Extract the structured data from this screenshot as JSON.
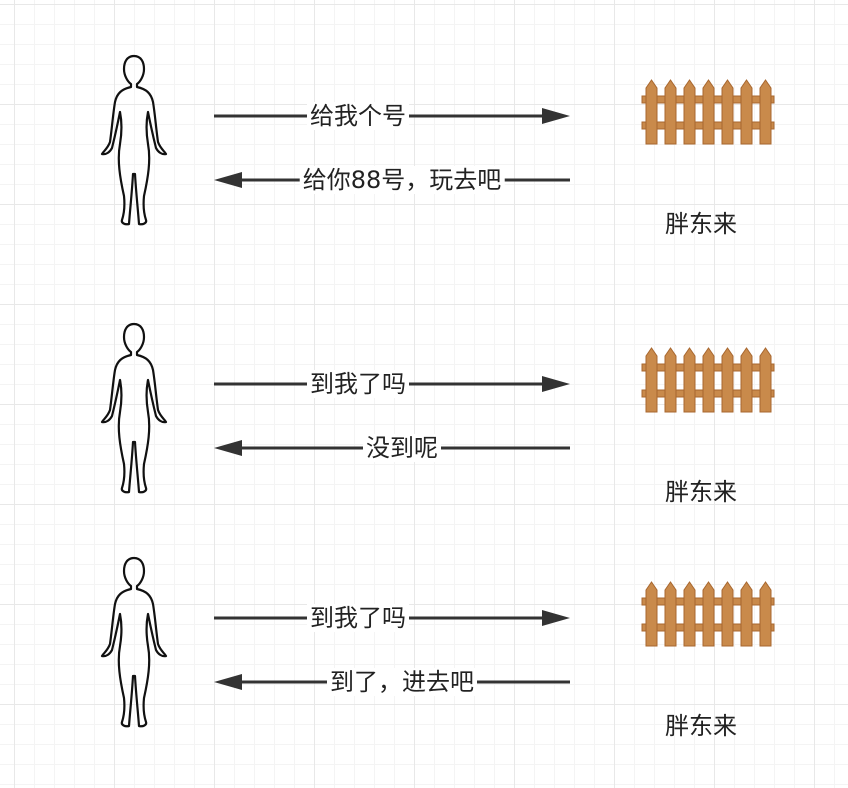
{
  "colors": {
    "arrow": "#333333",
    "person_stroke": "#111111",
    "fence_fill": "#c98a4b",
    "fence_stroke": "#a8672f"
  },
  "rows": [
    {
      "request_text": "给我个号",
      "reply_text": "给你88号，玩去吧",
      "store_name": "胖东来"
    },
    {
      "request_text": "到我了吗",
      "reply_text": "没到呢",
      "store_name": "胖东来"
    },
    {
      "request_text": "到我了吗",
      "reply_text": "到了，进去吧",
      "store_name": "胖东来"
    }
  ]
}
